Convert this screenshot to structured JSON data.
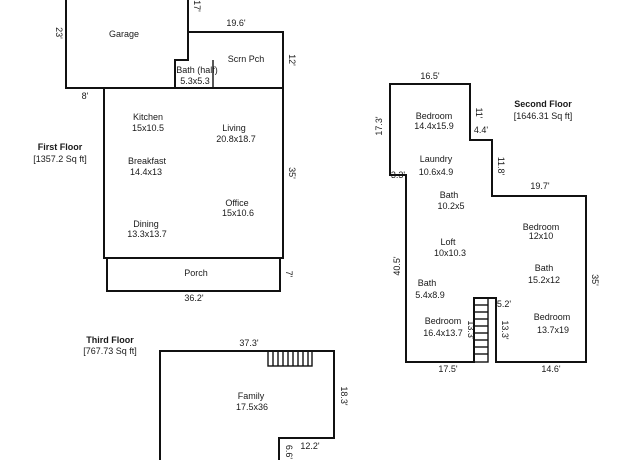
{
  "first_floor": {
    "title": "First Floor",
    "area": "[1357.2 Sq ft]",
    "rooms": {
      "garage": "Garage",
      "bath_half": "Bath (half)",
      "bath_half_size": "5.3x5.3",
      "scrn_pch": "Scrn Pch",
      "kitchen": "Kitchen",
      "kitchen_size": "15x10.5",
      "living": "Living",
      "living_size": "20.8x18.7",
      "breakfast": "Breakfast",
      "breakfast_size": "14.4x13",
      "office": "Office",
      "office_size": "15x10.6",
      "dining": "Dining",
      "dining_size": "13.3x13.7",
      "porch": "Porch"
    },
    "dims": {
      "garage_depth": "23'",
      "garage_width_top": "17'",
      "scrn_width": "19.6'",
      "scrn_depth": "12'",
      "garage_offset": "8'",
      "main_depth": "35'",
      "porch_depth": "7'",
      "total_width": "36.2'"
    }
  },
  "second_floor": {
    "title": "Second Floor",
    "area": "[1646.31 Sq ft]",
    "rooms": {
      "bedroom1": "Bedroom",
      "bedroom1_size": "14.4x15.9",
      "laundry": "Laundry",
      "laundry_size": "10.6x4.9",
      "bath1": "Bath",
      "bath1_size": "10.2x5",
      "bedroom2": "Bedroom",
      "bedroom2_size": "12x10",
      "loft": "Loft",
      "loft_size": "10x10.3",
      "bath2": "Bath",
      "bath2_size": "15.2x12",
      "bath3": "Bath",
      "bath3_size": "5.4x8.9",
      "bedroom3": "Bedroom",
      "bedroom3_size": "16.4x13.7",
      "bedroom4": "Bedroom",
      "bedroom4_size": "13.7x19"
    },
    "dims": {
      "top_width": "16.5'",
      "left_upper": "17.3'",
      "step_11": "11'",
      "step_4_4": "4.4'",
      "step_11_8": "11.8'",
      "step_3_3": "3.3'",
      "right_width": "19.7'",
      "left_lower": "40.5'",
      "right_depth": "35'",
      "stair_width": "5.2'",
      "stair_depth_a": "13.3'",
      "stair_depth_b": "13.3'",
      "bottom_left": "17.5'",
      "bottom_right": "14.6'"
    }
  },
  "third_floor": {
    "title": "Third Floor",
    "area": "[767.73 Sq ft]",
    "rooms": {
      "family": "Family",
      "family_size": "17.5x36"
    },
    "dims": {
      "top_width": "37.3'",
      "right_depth": "18.3'",
      "step_width": "12.2'",
      "step_depth": "6.6'"
    }
  }
}
